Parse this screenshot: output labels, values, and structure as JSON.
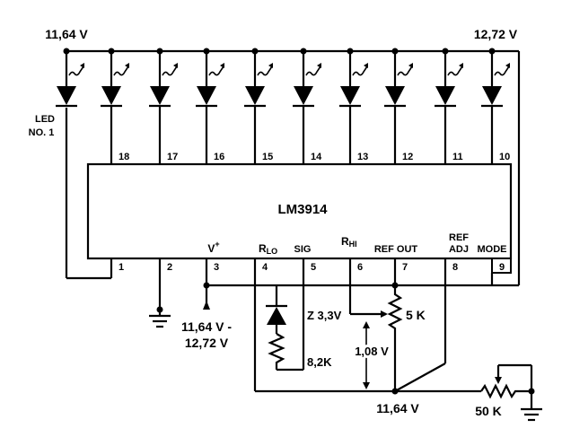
{
  "ic": {
    "name": "LM3914"
  },
  "leds": {
    "first_label": "LED",
    "first_number": "NO. 1",
    "pin_numbers": [
      "18",
      "17",
      "16",
      "15",
      "14",
      "13",
      "12",
      "11",
      "10"
    ]
  },
  "voltages": {
    "led_low": "11,64 V",
    "led_high": "12,72 V",
    "supply_line1": "11,64 V -",
    "supply_line2": "12,72 V",
    "ground_node": "11,64 V",
    "ref_drop": "1,08 V"
  },
  "bottom_pins": {
    "numbers": [
      "1",
      "2",
      "3",
      "4",
      "5",
      "6",
      "7",
      "8",
      "9"
    ],
    "vplus": "V",
    "vplus_sup": "+",
    "rlo_main": "R",
    "rlo_sub": "LO",
    "sig": "SIG",
    "rhi_main": "R",
    "rhi_sub": "HI",
    "ref_out": "REF OUT",
    "ref_adj_line1": "REF",
    "ref_adj_line2": "ADJ",
    "mode": "MODE"
  },
  "components": {
    "zener": "Z 3,3V",
    "resistor": "8,2K",
    "pot_ref": "5 K",
    "pot_led": "50 K"
  }
}
